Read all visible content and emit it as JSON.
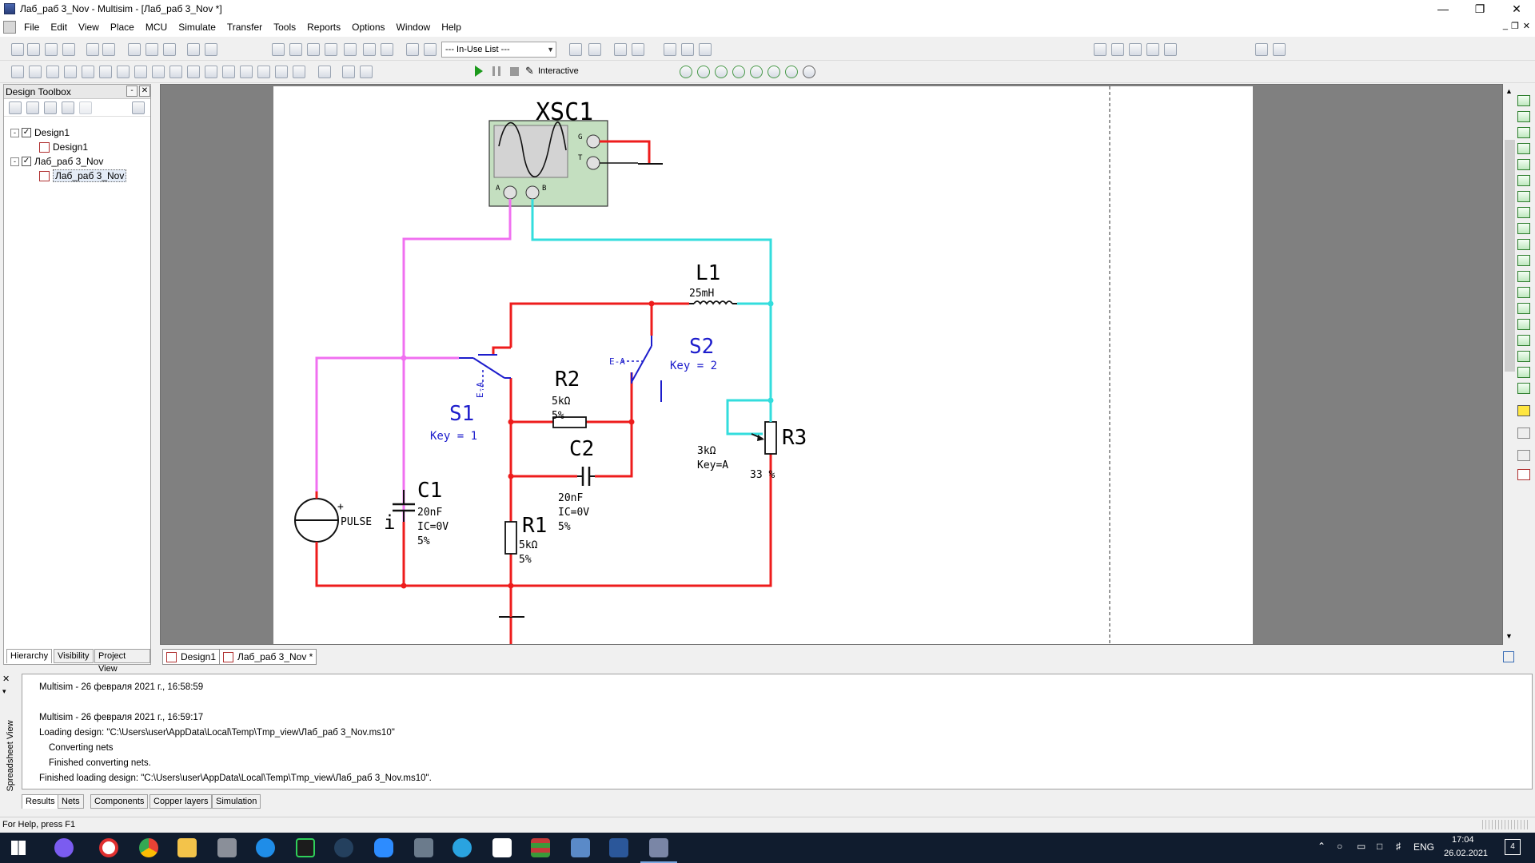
{
  "window": {
    "title": "Лаб_раб 3_Nov - Multisim - [Лаб_раб 3_Nov *]"
  },
  "menu": [
    "File",
    "Edit",
    "View",
    "Place",
    "MCU",
    "Simulate",
    "Transfer",
    "Tools",
    "Reports",
    "Options",
    "Window",
    "Help"
  ],
  "toolbar": {
    "in_use_list": "--- In-Use List ---",
    "interactive_label": "Interactive"
  },
  "toolbox": {
    "title": "Design Toolbox",
    "tree": [
      {
        "label": "Design1",
        "children": [
          "Design1"
        ]
      },
      {
        "label": "Лаб_раб 3_Nov",
        "children": [
          "Лаб_раб 3_Nov"
        ]
      }
    ],
    "tabs": [
      "Hierarchy",
      "Visibility",
      "Project View"
    ]
  },
  "document_tabs": [
    "Design1",
    "Лаб_раб 3_Nov *"
  ],
  "schematic": {
    "oscilloscope": {
      "ref": "XSC1",
      "pins": [
        "G",
        "T",
        "A",
        "B"
      ]
    },
    "source": {
      "label": "PULSE",
      "current_symbol": "i",
      "plus": "+"
    },
    "C1": {
      "ref": "C1",
      "value": "20nF",
      "ic": "IC=0V",
      "tol": "5%"
    },
    "C2": {
      "ref": "C2",
      "value": "20nF",
      "ic": "IC=0V",
      "tol": "5%"
    },
    "R1": {
      "ref": "R1",
      "value": "5kΩ",
      "tol": "5%"
    },
    "R2": {
      "ref": "R2",
      "value": "5kΩ",
      "tol": "5%"
    },
    "R3": {
      "ref": "R3",
      "value": "3kΩ",
      "key": "Key=A",
      "percent": "33 %"
    },
    "L1": {
      "ref": "L1",
      "value": "25mH"
    },
    "S1": {
      "ref": "S1",
      "key": "Key = 1",
      "pole": "E-A"
    },
    "S2": {
      "ref": "S2",
      "key": "Key = 2",
      "pole": "E-A"
    },
    "colors": {
      "red": "#ee1c1c",
      "magenta": "#f070f0",
      "cyan": "#33dddd",
      "blue": "#1d1dcc",
      "scope_green": "#c4dfc0"
    }
  },
  "spreadsheet": {
    "side_label": "Spreadsheet View",
    "log": [
      "Multisim  -  26 февраля 2021 г., 16:58:59",
      "",
      "Multisim  -  26 февраля 2021 г., 16:59:17",
      "Loading design: \"C:\\Users\\user\\AppData\\Local\\Temp\\Tmp_view\\Лаб_раб 3_Nov.ms10\"",
      "Converting nets",
      "Finished converting nets.",
      "Finished loading design: \"C:\\Users\\user\\AppData\\Local\\Temp\\Tmp_view\\Лаб_раб 3_Nov.ms10\"."
    ],
    "tabs": [
      "Results",
      "Nets",
      "Components",
      "Copper layers",
      "Simulation"
    ]
  },
  "status": {
    "text": "For Help, press F1"
  },
  "taskbar": {
    "lang": "ENG",
    "time": "17:04",
    "date": "26.02.2021",
    "notifications": "4"
  }
}
